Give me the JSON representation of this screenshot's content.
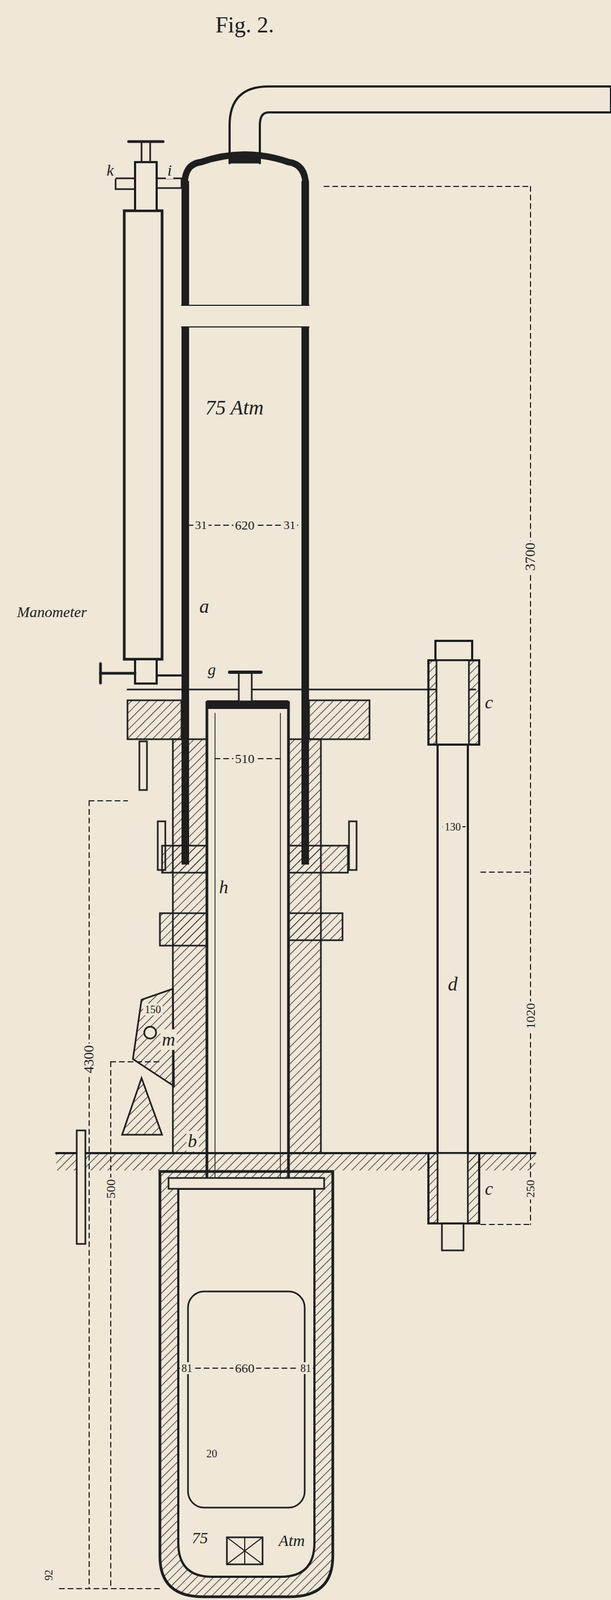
{
  "diagram": {
    "title": "Fig. 2.",
    "labels": [
      "75 Atm",
      "k",
      "i",
      "a",
      "Manometer",
      "g",
      "31",
      "620",
      "31",
      "510",
      "h",
      "150",
      "m",
      "b",
      "81",
      "660",
      "81",
      "20",
      "75",
      "Atm",
      "c",
      "c",
      "d",
      "130",
      "1020",
      "250",
      "3700",
      "4300",
      "500",
      "92"
    ]
  }
}
